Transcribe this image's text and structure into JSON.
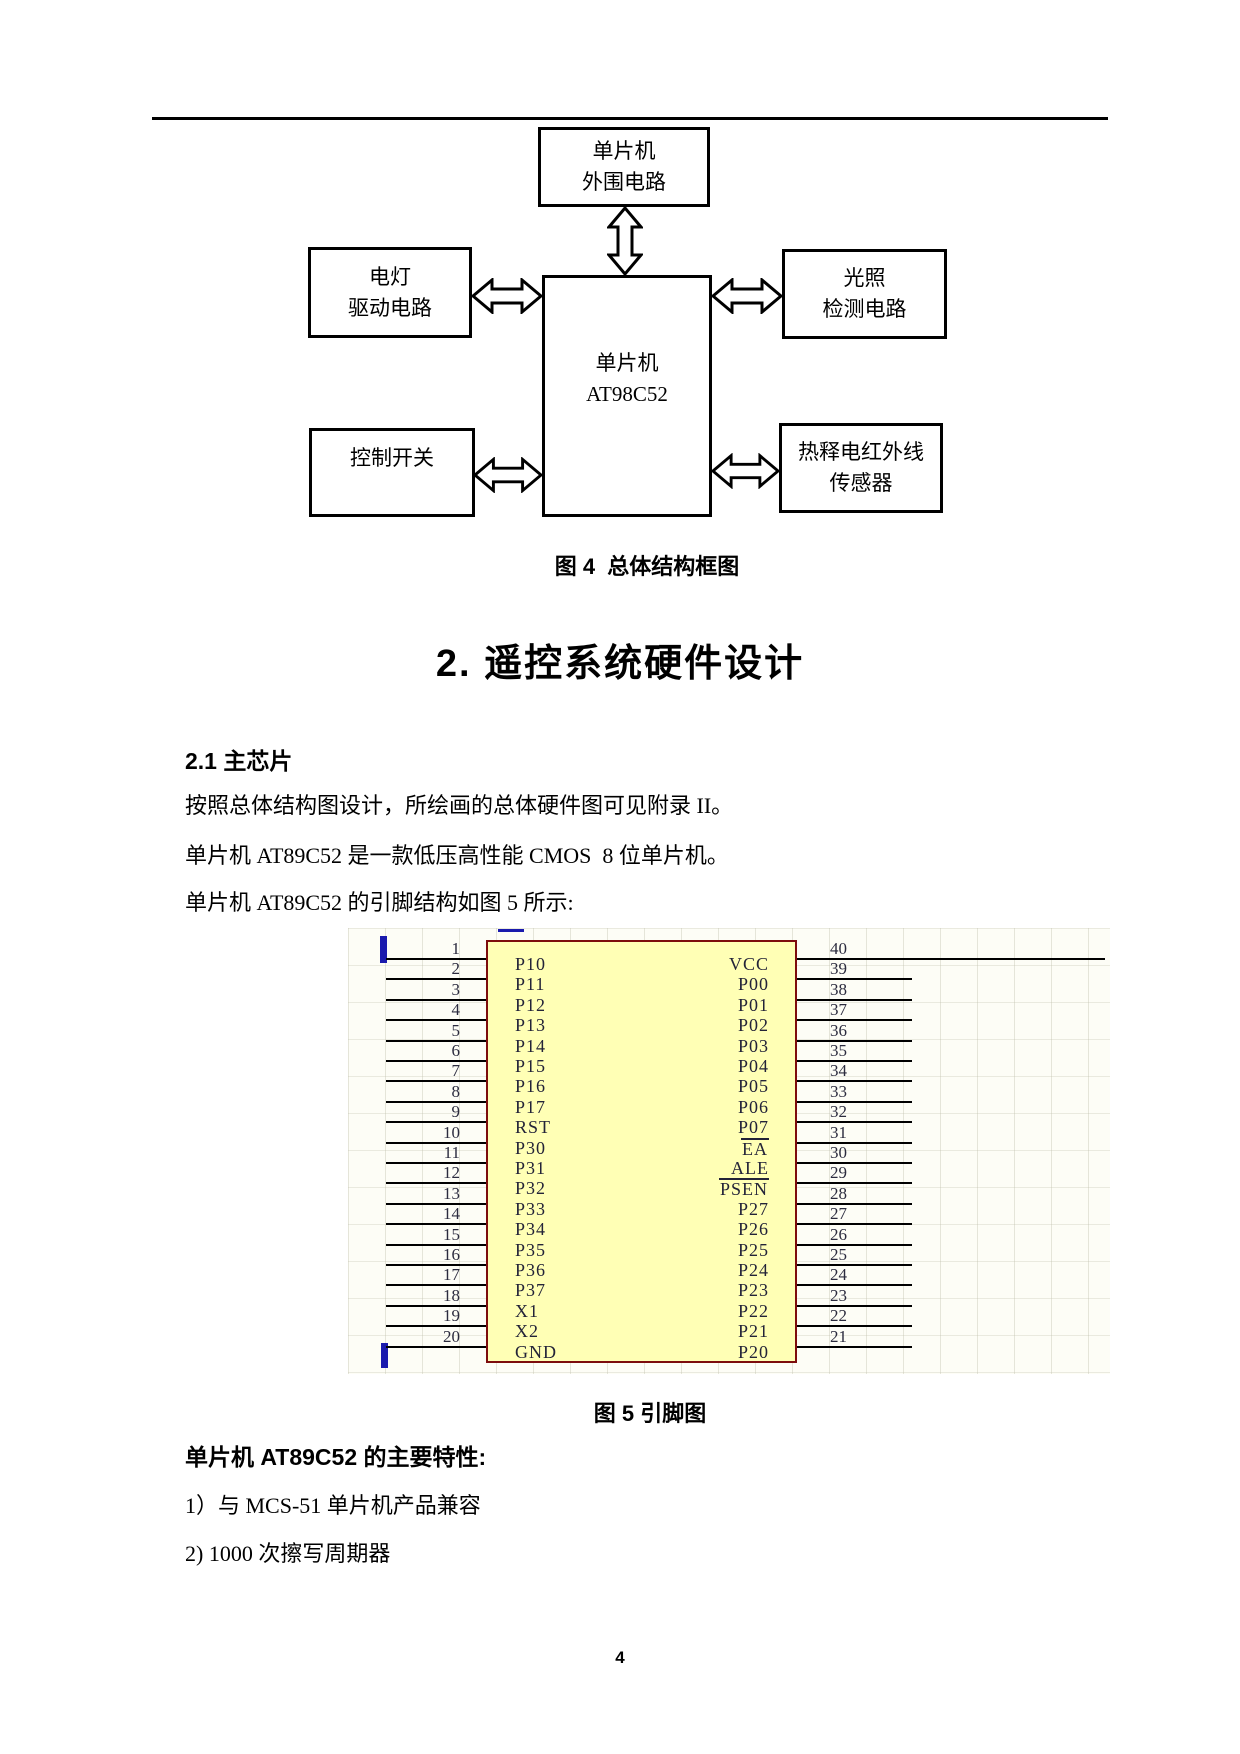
{
  "page": {
    "number": "4"
  },
  "block_diagram": {
    "caption": "图 4  总体结构框图",
    "boxes": {
      "top": [
        "单片机",
        "外围电路"
      ],
      "left": [
        "电灯",
        "驱动电路"
      ],
      "right": [
        "光照",
        "检测电路"
      ],
      "center": [
        "单片机",
        "AT98C52"
      ],
      "bottom_left": [
        "控制开关"
      ],
      "bottom_right": [
        "热释电红外线",
        "传感器"
      ]
    }
  },
  "section": {
    "heading": "2. 遥控系统硬件设计",
    "subheading": "2.1 主芯片",
    "paragraphs": [
      "按照总体结构图设计，所绘画的总体硬件图可见附录 II。",
      "单片机 AT89C52 是一款低压高性能 CMOS  8 位单片机。",
      "单片机 AT89C52 的引脚结构如图 5 所示:"
    ]
  },
  "pin_diagram": {
    "caption": "图 5 引脚图",
    "chip_colors": {
      "body": "#ffffb5",
      "border": "#7d0d0d",
      "text": "#232338",
      "marker": "#1a1aad"
    },
    "left_pins": [
      {
        "num": "1",
        "label": "P10"
      },
      {
        "num": "2",
        "label": "P11"
      },
      {
        "num": "3",
        "label": "P12"
      },
      {
        "num": "4",
        "label": "P13"
      },
      {
        "num": "5",
        "label": "P14"
      },
      {
        "num": "6",
        "label": "P15"
      },
      {
        "num": "7",
        "label": "P16"
      },
      {
        "num": "8",
        "label": "P17"
      },
      {
        "num": "9",
        "label": "RST"
      },
      {
        "num": "10",
        "label": "P30"
      },
      {
        "num": "11",
        "label": "P31"
      },
      {
        "num": "12",
        "label": "P32"
      },
      {
        "num": "13",
        "label": "P33"
      },
      {
        "num": "14",
        "label": "P34"
      },
      {
        "num": "15",
        "label": "P35"
      },
      {
        "num": "16",
        "label": "P36"
      },
      {
        "num": "17",
        "label": "P37"
      },
      {
        "num": "18",
        "label": "X1"
      },
      {
        "num": "19",
        "label": "X2"
      },
      {
        "num": "20",
        "label": "GND"
      }
    ],
    "right_pins": [
      {
        "num": "40",
        "label": "VCC"
      },
      {
        "num": "39",
        "label": "P00"
      },
      {
        "num": "38",
        "label": "P01"
      },
      {
        "num": "37",
        "label": "P02"
      },
      {
        "num": "36",
        "label": "P03"
      },
      {
        "num": "35",
        "label": "P04"
      },
      {
        "num": "34",
        "label": "P05"
      },
      {
        "num": "33",
        "label": "P06"
      },
      {
        "num": "32",
        "label": "P07"
      },
      {
        "num": "31",
        "label": "EA",
        "overline": true
      },
      {
        "num": "30",
        "label": "ALE"
      },
      {
        "num": "29",
        "label": "PSEN",
        "overline": true
      },
      {
        "num": "28",
        "label": "P27"
      },
      {
        "num": "27",
        "label": "P26"
      },
      {
        "num": "26",
        "label": "P25"
      },
      {
        "num": "25",
        "label": "P24"
      },
      {
        "num": "24",
        "label": "P23"
      },
      {
        "num": "23",
        "label": "P22"
      },
      {
        "num": "22",
        "label": "P21"
      },
      {
        "num": "21",
        "label": "P20"
      }
    ]
  },
  "features": {
    "heading": "单片机 AT89C52 的主要特性:",
    "items": [
      "1）与 MCS-51 单片机产品兼容",
      "2) 1000 次擦写周期器"
    ]
  }
}
